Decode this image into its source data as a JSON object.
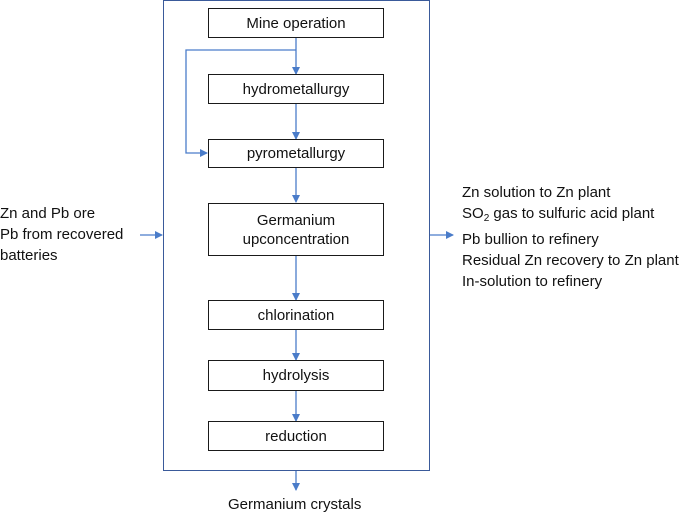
{
  "steps": {
    "mine": "Mine operation",
    "hydro": "hydrometallurgy",
    "pyro": "pyrometallurgy",
    "germ_line1": "Germanium",
    "germ_line2": "upconcentration",
    "chlor": "chlorination",
    "hydrolysis": "hydrolysis",
    "reduction": "reduction"
  },
  "inputs": {
    "line1": "Zn and Pb ore",
    "line2": "Pb from recovered",
    "line3": "batteries"
  },
  "outputs": {
    "line1": "Zn solution to Zn plant",
    "line2_prefix": "SO",
    "line2_sub": "2",
    "line2_suffix": " gas to sulfuric acid plant",
    "line3": "Pb bullion to refinery",
    "line4": "Residual Zn recovery to Zn plant",
    "line5": "In-solution to refinery"
  },
  "final_output": "Germanium crystals",
  "colors": {
    "arrow": "#4a7cc9",
    "frame": "#3a5a9a",
    "box_border": "#1a1a1a"
  }
}
